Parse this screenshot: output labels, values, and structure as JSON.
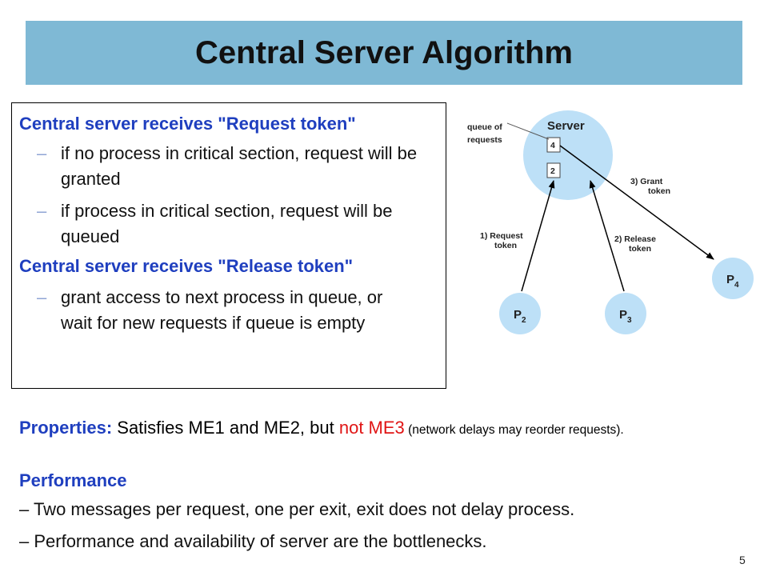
{
  "title": "Central Server Algorithm",
  "box": {
    "heading1": "Central server receives \"Request token\"",
    "bullets1": [
      "if no process in critical section, request will be granted",
      "if process in critical section, request will be queued"
    ],
    "heading2": "Central server receives \"Release token\"",
    "bullets2": [
      "grant access to next process in queue, or wait for new requests if queue is empty"
    ],
    "dash": "–"
  },
  "diagram": {
    "server_label": "Server",
    "queue_label_line1": "queue of",
    "queue_label_line2": "requests",
    "queue_items": [
      "4",
      "2"
    ],
    "arrow1_line1": "1) Request",
    "arrow1_line2": "token",
    "arrow2_line1": "2) Release",
    "arrow2_line2": "token",
    "arrow3_line1": "3) Grant",
    "arrow3_line2": "token",
    "processes": [
      {
        "name": "P",
        "sub": "2"
      },
      {
        "name": "P",
        "sub": "3"
      },
      {
        "name": "P",
        "sub": "4"
      }
    ],
    "colors": {
      "node_fill": "#bde0f7",
      "queue_box": "#ffffff"
    }
  },
  "properties": {
    "label": "Properties",
    "colon": ":",
    "text": " Satisfies ME1 and ME2, but ",
    "highlight": "not ME3",
    "note": " (network delays may reorder requests)."
  },
  "performance": {
    "heading": "Performance",
    "lines": [
      "– Two messages per request, one per exit, exit does not delay process.",
      "– Performance and availability of server are the bottlenecks."
    ]
  },
  "page_number": "5",
  "colors": {
    "title_bar": "#7fb9d5",
    "heading_blue": "#1f3fbf",
    "highlight_red": "#e01515"
  }
}
